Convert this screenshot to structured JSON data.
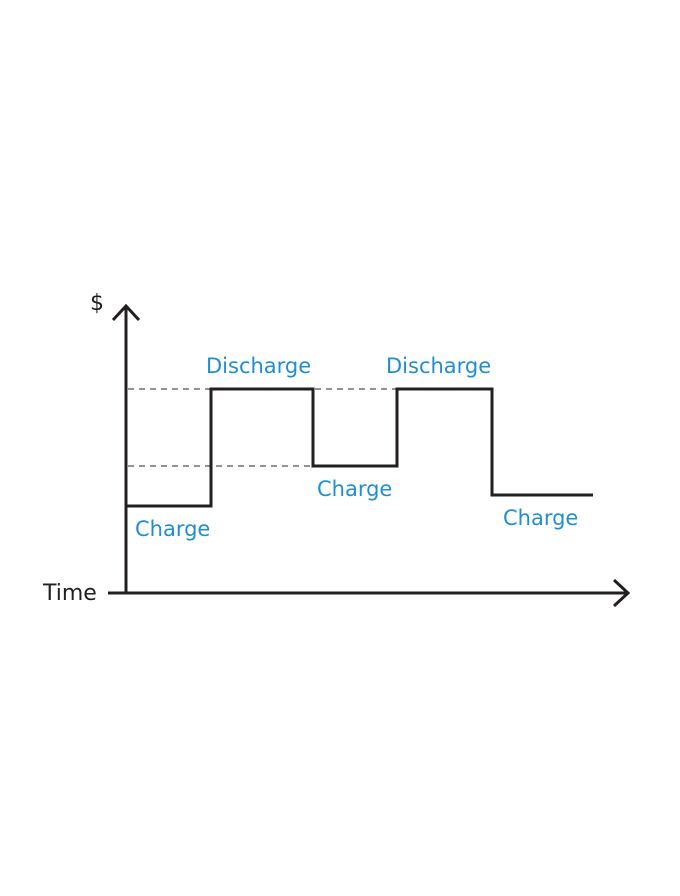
{
  "diagram": {
    "y_axis_label": "$",
    "x_axis_label": "Time",
    "labels": [
      {
        "text": "Charge"
      },
      {
        "text": "Discharge"
      },
      {
        "text": "Charge"
      },
      {
        "text": "Discharge"
      },
      {
        "text": "Charge"
      }
    ],
    "colors": {
      "line": "#231f20",
      "dashed": "#6d6e71",
      "label": "#1e8fd5"
    }
  }
}
